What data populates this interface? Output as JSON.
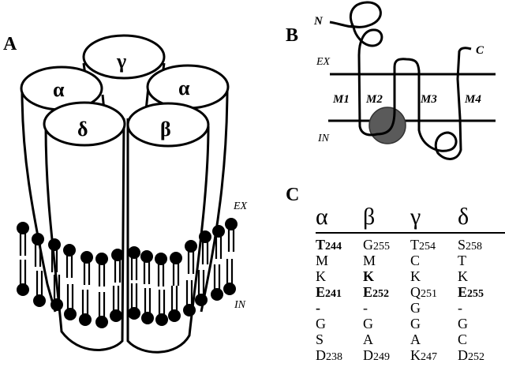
{
  "panels": {
    "a": {
      "label": "A",
      "subunits": [
        {
          "name": "gamma",
          "symbol": "γ"
        },
        {
          "name": "alpha-left",
          "symbol": "α"
        },
        {
          "name": "alpha-right",
          "symbol": "α"
        },
        {
          "name": "delta",
          "symbol": "δ"
        },
        {
          "name": "beta",
          "symbol": "β"
        }
      ],
      "ex_label": "EX",
      "in_label": "IN"
    },
    "b": {
      "label": "B",
      "n_term": "N",
      "c_term": "C",
      "ex_label": "EX",
      "in_label": "IN",
      "segments": [
        "M1",
        "M2",
        "M3",
        "M4"
      ],
      "highlight_color": "#5a5a5a"
    },
    "c": {
      "label": "C",
      "headers": [
        "α",
        "β",
        "γ",
        "δ"
      ],
      "rows": [
        [
          {
            "aa": "T",
            "num": "244",
            "bold": true
          },
          {
            "aa": "G",
            "num": "255",
            "bold": false
          },
          {
            "aa": "T",
            "num": "254",
            "bold": false
          },
          {
            "aa": "S",
            "num": "258",
            "bold": false
          }
        ],
        [
          {
            "aa": "M",
            "num": "",
            "bold": false
          },
          {
            "aa": "M",
            "num": "",
            "bold": false
          },
          {
            "aa": "C",
            "num": "",
            "bold": false
          },
          {
            "aa": "T",
            "num": "",
            "bold": false
          }
        ],
        [
          {
            "aa": "K",
            "num": "",
            "bold": false
          },
          {
            "aa": "K",
            "num": "",
            "bold": true
          },
          {
            "aa": "K",
            "num": "",
            "bold": false
          },
          {
            "aa": "K",
            "num": "",
            "bold": false
          }
        ],
        [
          {
            "aa": "E",
            "num": "241",
            "bold": true
          },
          {
            "aa": "E",
            "num": "252",
            "bold": true
          },
          {
            "aa": "Q",
            "num": "251",
            "bold": false
          },
          {
            "aa": "E",
            "num": "255",
            "bold": true
          }
        ],
        [
          {
            "aa": "-",
            "num": "",
            "bold": true
          },
          {
            "aa": "-",
            "num": "",
            "bold": false
          },
          {
            "aa": "G",
            "num": "",
            "bold": false
          },
          {
            "aa": "-",
            "num": "",
            "bold": false
          }
        ],
        [
          {
            "aa": "G",
            "num": "",
            "bold": false
          },
          {
            "aa": "G",
            "num": "",
            "bold": false
          },
          {
            "aa": "G",
            "num": "",
            "bold": false
          },
          {
            "aa": "G",
            "num": "",
            "bold": false
          }
        ],
        [
          {
            "aa": "S",
            "num": "",
            "bold": false
          },
          {
            "aa": "A",
            "num": "",
            "bold": false
          },
          {
            "aa": "A",
            "num": "",
            "bold": false
          },
          {
            "aa": "C",
            "num": "",
            "bold": false
          }
        ],
        [
          {
            "aa": "D",
            "num": "238",
            "bold": false
          },
          {
            "aa": "D",
            "num": "249",
            "bold": false
          },
          {
            "aa": "K",
            "num": "247",
            "bold": false
          },
          {
            "aa": "D",
            "num": "252",
            "bold": false
          }
        ]
      ]
    }
  }
}
